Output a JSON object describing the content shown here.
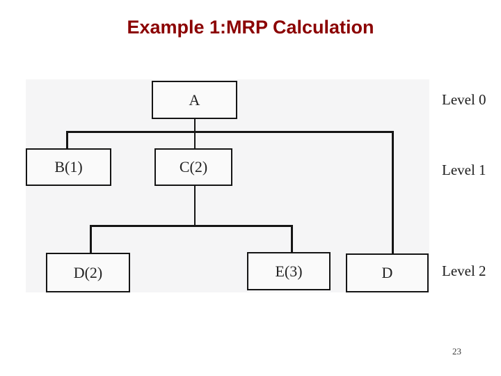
{
  "slide": {
    "title": "Example 1:MRP Calculation",
    "title_color": "#8B0000",
    "page_number": "23"
  },
  "chart_data": {
    "type": "table",
    "title": "Example 1:MRP Calculation",
    "description": "Product structure tree (bill of materials) for MRP calculation",
    "levels": [
      {
        "label": "Level 0",
        "nodes": [
          "A"
        ]
      },
      {
        "label": "Level 1",
        "nodes": [
          "B(1)",
          "C(2)"
        ]
      },
      {
        "label": "Level 2",
        "nodes": [
          "D(2)",
          "E(3)",
          "D"
        ]
      }
    ],
    "edges": [
      [
        "A",
        "B(1)"
      ],
      [
        "A",
        "C(2)"
      ],
      [
        "A",
        "D"
      ],
      [
        "C(2)",
        "D(2)"
      ],
      [
        "C(2)",
        "E(3)"
      ]
    ]
  },
  "nodes": {
    "a": {
      "label": "A",
      "level": 0
    },
    "b": {
      "label": "B(1)",
      "level": 1
    },
    "c": {
      "label": "C(2)",
      "level": 1
    },
    "d2": {
      "label": "D(2)",
      "level": 2
    },
    "e": {
      "label": "E(3)",
      "level": 2
    },
    "d": {
      "label": "D",
      "level": 2
    }
  },
  "level_labels": [
    {
      "label": "Level 0"
    },
    {
      "label": "Level 1"
    },
    {
      "label": "Level 2"
    }
  ]
}
